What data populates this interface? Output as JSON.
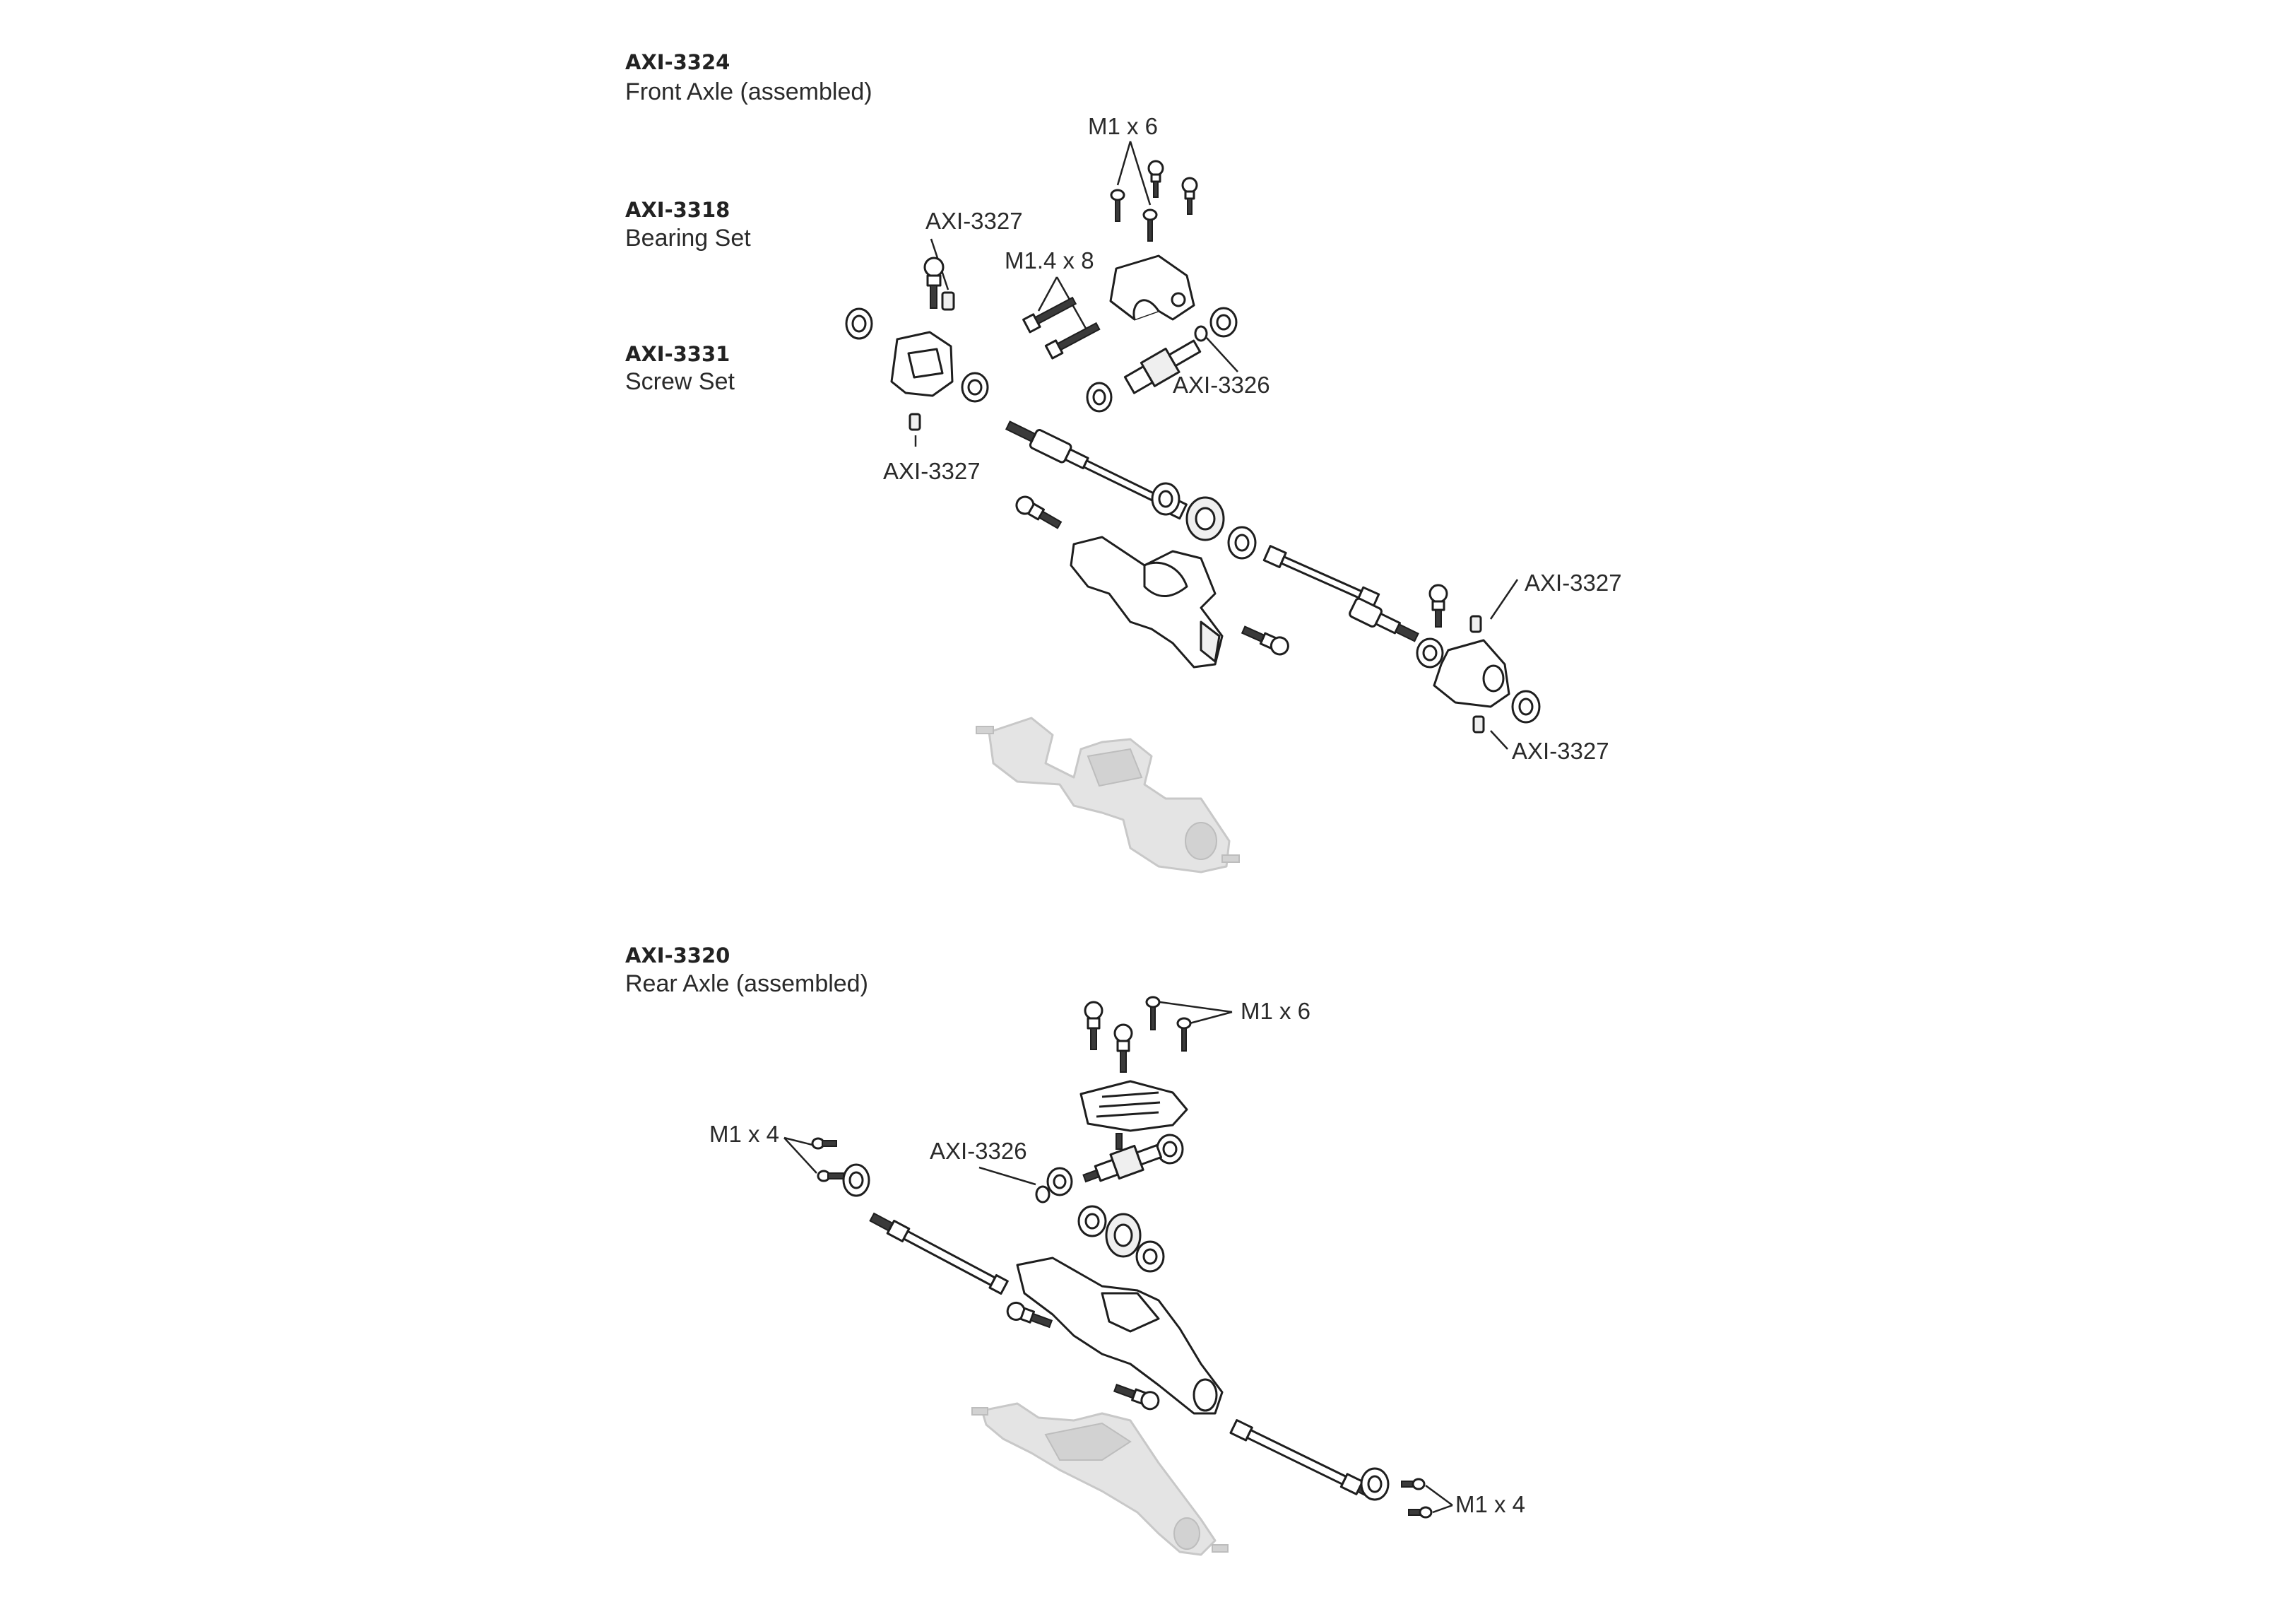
{
  "front_section": {
    "code": "AXI-3324",
    "description": "Front Axle (assembled)"
  },
  "bearing_set": {
    "code": "AXI-3318",
    "description": "Bearing Set"
  },
  "screw_set": {
    "code": "AXI-3331",
    "description": "Screw Set"
  },
  "rear_section": {
    "code": "AXI-3320",
    "description": "Rear Axle (assembled)"
  },
  "front_callouts": {
    "m1x6": "M1 x 6",
    "axi3327_a": "AXI-3327",
    "m14x8": "M1.4 x 8",
    "axi3326": "AXI-3326",
    "axi3327_b": "AXI-3327",
    "axi3327_c": "AXI-3327",
    "axi3327_d": "AXI-3327"
  },
  "rear_callouts": {
    "m1x6": "M1 x 6",
    "m1x4_left": "M1 x 4",
    "axi3326": "AXI-3326",
    "m1x4_right": "M1 x 4"
  }
}
